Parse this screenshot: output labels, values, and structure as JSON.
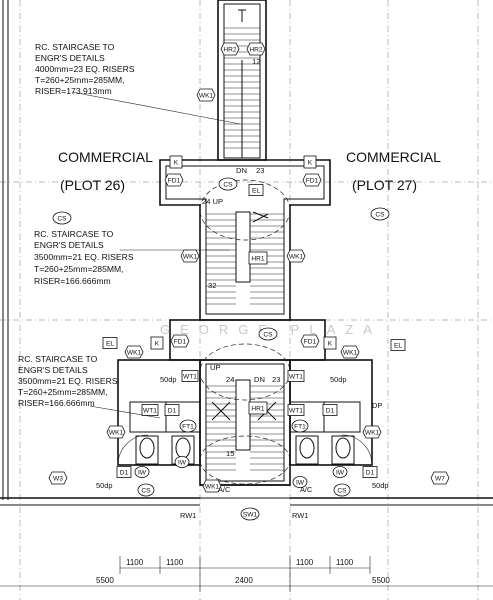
{
  "zones": {
    "left_title": "COMMERCIAL",
    "left_plot": "(PLOT 26)",
    "right_title": "COMMERCIAL",
    "right_plot": "(PLOT 27)"
  },
  "notes": {
    "top": [
      "RC. STAIRCASE TO",
      "ENGR'S DETAILS",
      "4000mm=23 EQ. RISERS",
      "T=260+25mm=285MM,",
      "RISER=173.913mm"
    ],
    "middle": [
      "RC. STAIRCASE TO",
      "ENGR'S DETAILS",
      "3500mm=21 EQ. RISERS",
      "T=260+25mm=285MM,",
      "RISER=166.666mm"
    ],
    "bottom": [
      "RC. STAIRCASE TO",
      "ENGR'S DETAILS",
      "3500mm=21 EQ. RISERS",
      "T=260+25mm=285MM,",
      "RISER=166.666mm"
    ]
  },
  "stair_labels": {
    "top_end": "12",
    "dn_23": "DN",
    "num_23": "23",
    "up_24": "24 UP",
    "num_32": "32",
    "up": "UP",
    "num_24": "24",
    "dn": "DN",
    "num_23b": "23",
    "num_15": "15"
  },
  "tags": {
    "hr2": "HR2",
    "wk1": "WK1",
    "k": "K",
    "fd1": "FD1",
    "cs": "CS",
    "el": "EL",
    "hr1": "HR1",
    "wt1": "WT1",
    "d1": "D1",
    "ft1": "FT1",
    "iw": "IW",
    "w3": "W3",
    "w7": "W7",
    "rw1": "RW1",
    "sw1": "SW1",
    "dp": "DP",
    "ac": "A/C",
    "dp50": "50dp"
  },
  "dimensions": {
    "d1100": "1100",
    "d5500": "5500",
    "d2400": "2400"
  },
  "watermark": "GEORGE PLAZA"
}
